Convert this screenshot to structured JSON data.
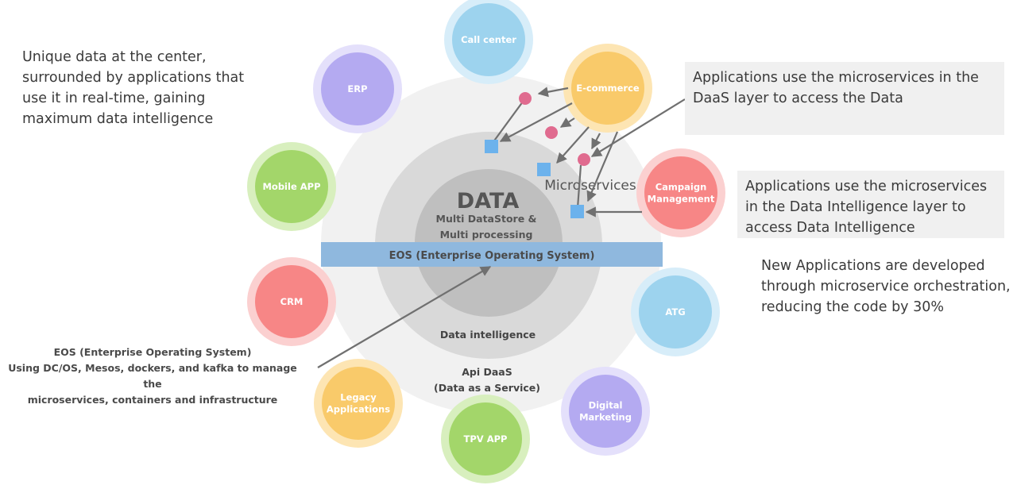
{
  "intro_note": [
    "Unique data at the center,",
    "surrounded by applications that",
    "use it in real-time, gaining",
    "maximum data intelligence"
  ],
  "callout_daas": [
    "Applications use the microservices in the",
    "DaaS layer to access the Data"
  ],
  "callout_intelligence": [
    "Applications use the microservices",
    "in the Data Intelligence layer to",
    "access Data Intelligence"
  ],
  "new_apps_note": [
    "New Applications are developed",
    "through microservice orchestration,",
    "reducing the code by 30%"
  ],
  "eos_note": [
    "EOS (Enterprise Operating System)",
    "Using DC/OS, Mesos, dockers, and kafka to manage the",
    "microservices, containers and infrastructure"
  ],
  "core": {
    "title": "DATA",
    "subtitle": [
      "Multi DataStore &",
      "Multi processing"
    ],
    "eos_band": "EOS (Enterprise Operating System)",
    "microservices": "Microservices",
    "data_intelligence": "Data intelligence",
    "api_daas": [
      "Api DaaS",
      "(Data as a Service)"
    ]
  },
  "applications": [
    {
      "name": "call-center",
      "label": [
        "Call center"
      ],
      "color": "#9dd3ee",
      "halo": "#d7edf9"
    },
    {
      "name": "erp",
      "label": [
        "ERP"
      ],
      "color": "#b4aaf1",
      "halo": "#e4e0fb"
    },
    {
      "name": "e-commerce",
      "label": [
        "E-commerce"
      ],
      "color": "#f9ca6a",
      "halo": "#fde5b3"
    },
    {
      "name": "mobile-app",
      "label": [
        "Mobile APP"
      ],
      "color": "#a3d66a",
      "halo": "#d8efbe"
    },
    {
      "name": "campaign-management",
      "label": [
        "Campaign",
        "Management"
      ],
      "color": "#f78686",
      "halo": "#fbd0d0"
    },
    {
      "name": "crm",
      "label": [
        "CRM"
      ],
      "color": "#f78686",
      "halo": "#fbd0d0"
    },
    {
      "name": "atg",
      "label": [
        "ATG"
      ],
      "color": "#9dd3ee",
      "halo": "#d7edf9"
    },
    {
      "name": "legacy-applications",
      "label": [
        "Legacy",
        "Applications"
      ],
      "color": "#f9ca6a",
      "halo": "#fde5b3"
    },
    {
      "name": "digital-marketing",
      "label": [
        "Digital",
        "Marketing"
      ],
      "color": "#b4aaf1",
      "halo": "#e4e0fb"
    },
    {
      "name": "tpv-app",
      "label": [
        "TPV APP"
      ],
      "color": "#a3d66a",
      "halo": "#d8efbe"
    }
  ],
  "colors": {
    "outer_ring": "#f1f1f1",
    "middle_ring": "#d9d9d9",
    "inner_core": "#bfbfbf",
    "eos_band": "#8fb8de",
    "service_dot": "#e06b8f",
    "service_square": "#6cb2ec",
    "arrow": "#707070"
  }
}
